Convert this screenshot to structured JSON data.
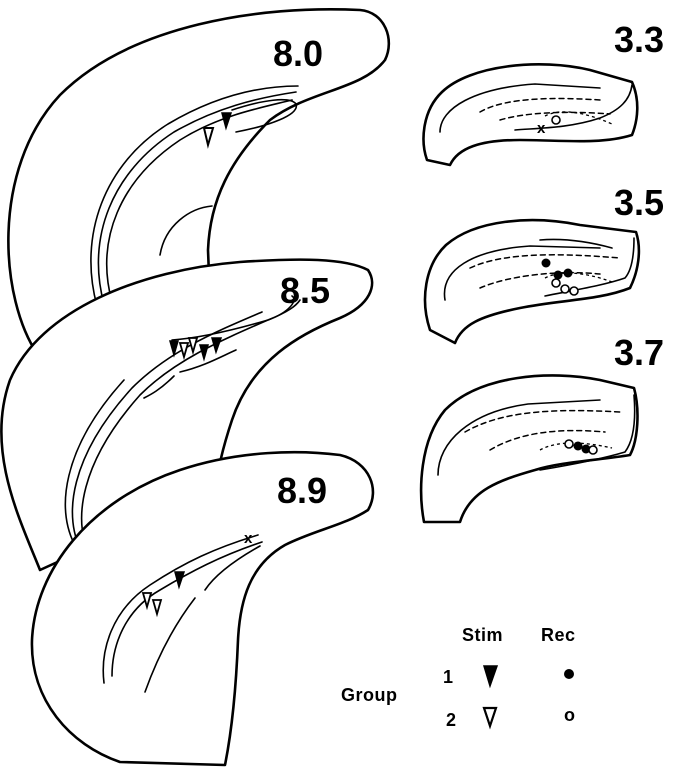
{
  "section_labels": {
    "s80": "8.0",
    "s85": "8.5",
    "s89": "8.9",
    "s33": "3.3",
    "s35": "3.5",
    "s37": "3.7"
  },
  "markers": {
    "x": "x"
  },
  "legend": {
    "group_label": "Group",
    "stim_label": "Stim",
    "rec_label": "Rec",
    "group_1": "1",
    "group_2": "2",
    "open_circle_glyph": "o"
  },
  "colors": {
    "ink": "#000000",
    "background": "#ffffff"
  }
}
